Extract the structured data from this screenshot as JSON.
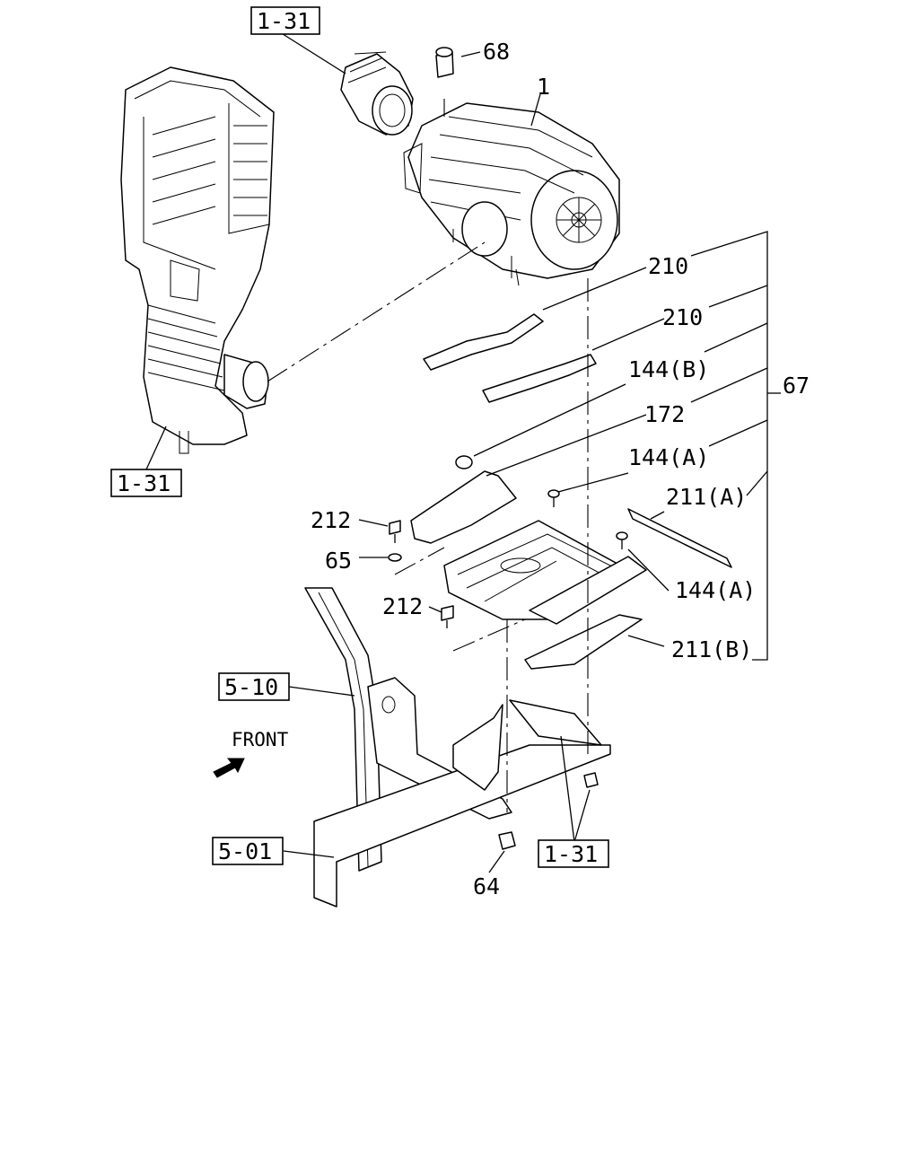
{
  "front_label": "FRONT",
  "callouts": [
    {
      "id": "ref-1-31-top",
      "text": "1-31",
      "boxed": true
    },
    {
      "id": "part-68",
      "text": "68",
      "boxed": false
    },
    {
      "id": "part-1",
      "text": "1",
      "boxed": false
    },
    {
      "id": "part-210-a",
      "text": "210",
      "boxed": false
    },
    {
      "id": "part-210-b",
      "text": "210",
      "boxed": false
    },
    {
      "id": "part-144b",
      "text": "144(B)",
      "boxed": false
    },
    {
      "id": "part-67",
      "text": "67",
      "boxed": false
    },
    {
      "id": "part-172",
      "text": "172",
      "boxed": false
    },
    {
      "id": "ref-1-31-left",
      "text": "1-31",
      "boxed": true
    },
    {
      "id": "part-144a-top",
      "text": "144(A)",
      "boxed": false
    },
    {
      "id": "part-212-top",
      "text": "212",
      "boxed": false
    },
    {
      "id": "part-211a",
      "text": "211(A)",
      "boxed": false
    },
    {
      "id": "part-65",
      "text": "65",
      "boxed": false
    },
    {
      "id": "part-144a-right",
      "text": "144(A)",
      "boxed": false
    },
    {
      "id": "part-212-bottom",
      "text": "212",
      "boxed": false
    },
    {
      "id": "part-211b",
      "text": "211(B)",
      "boxed": false
    },
    {
      "id": "ref-5-10",
      "text": "5-10",
      "boxed": true
    },
    {
      "id": "ref-5-01",
      "text": "5-01",
      "boxed": true
    },
    {
      "id": "ref-1-31-bottom",
      "text": "1-31",
      "boxed": true
    },
    {
      "id": "part-64",
      "text": "64",
      "boxed": false
    }
  ]
}
